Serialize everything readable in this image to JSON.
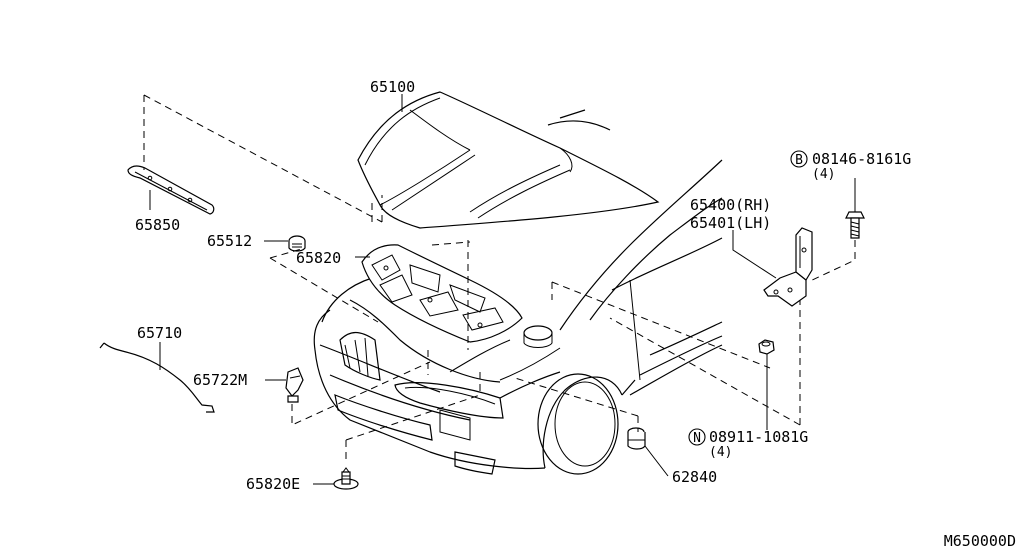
{
  "diagram": {
    "title": "Hood and hood fitting parts diagram",
    "code": "M650000D",
    "parts": {
      "hood": "65100",
      "hood_seal": "65850",
      "hood_stay_clip": "65512",
      "hood_insulator": "65820",
      "hood_stay_rod": "65710",
      "hood_rod_holder": "65722M",
      "insulator_clip": "65820E",
      "hinge_rh": "65400(RH)",
      "hinge_lh": "65401(LH)",
      "bumper_rubber": "62840"
    },
    "fasteners": {
      "bolt": {
        "symbol": "B",
        "number": "08146-8161G",
        "qty": "(4)"
      },
      "nut": {
        "symbol": "N",
        "number": "08911-1081G",
        "qty": "(4)"
      }
    }
  }
}
